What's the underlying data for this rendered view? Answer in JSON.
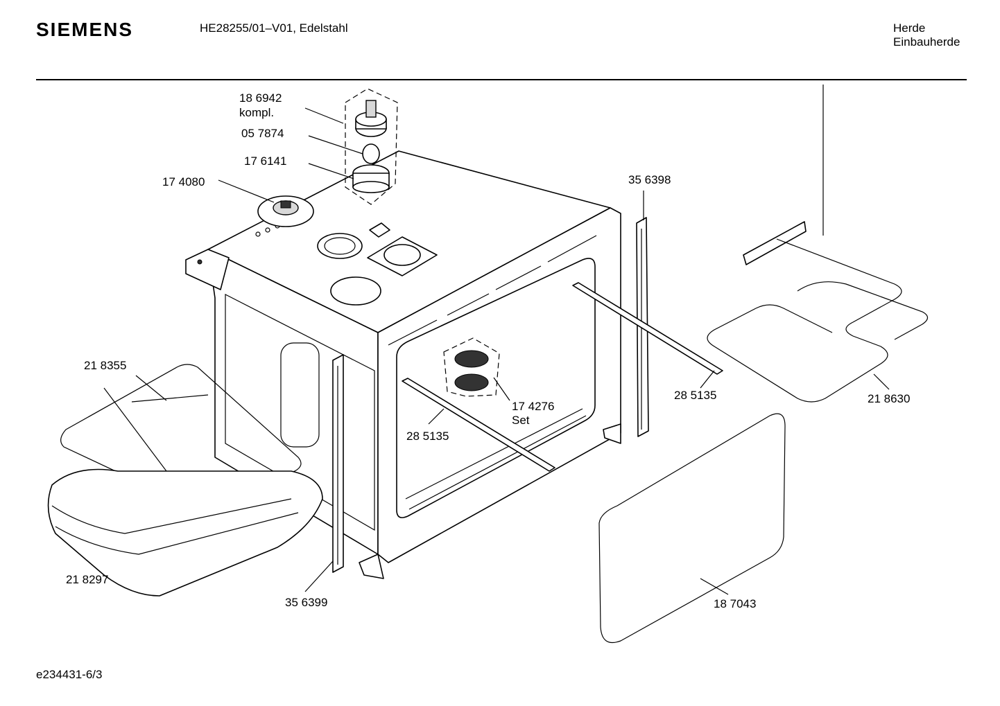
{
  "header": {
    "brand": "SIEMENS",
    "model": "HE28255/01–V01, Edelstahl",
    "category_line1": "Herde",
    "category_line2": "Einbauherde"
  },
  "footer": {
    "doc_id": "e234431-6/3"
  },
  "parts": [
    {
      "id": "p_186942",
      "number": "18 6942",
      "note": "kompl."
    },
    {
      "id": "p_057874",
      "number": "05 7874"
    },
    {
      "id": "p_176141",
      "number": "17 6141"
    },
    {
      "id": "p_174080",
      "number": "17 4080"
    },
    {
      "id": "p_356398",
      "number": "35 6398"
    },
    {
      "id": "p_218355",
      "number": "21 8355"
    },
    {
      "id": "p_174276",
      "number": "17 4276",
      "note": "Set"
    },
    {
      "id": "p_285135_r",
      "number": "28 5135"
    },
    {
      "id": "p_285135_l",
      "number": "28 5135"
    },
    {
      "id": "p_218630",
      "number": "21 8630"
    },
    {
      "id": "p_218297",
      "number": "21 8297"
    },
    {
      "id": "p_356399",
      "number": "35 6399"
    },
    {
      "id": "p_187043",
      "number": "18 7043"
    }
  ]
}
